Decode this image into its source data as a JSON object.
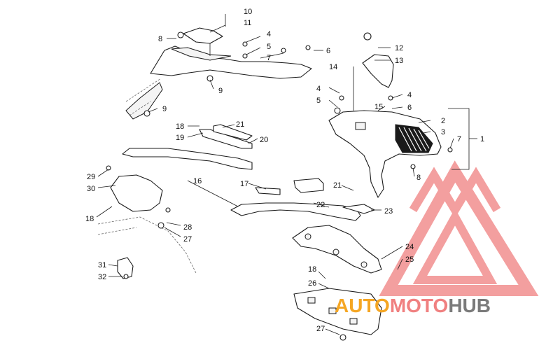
{
  "diagram": {
    "callouts": [
      "1",
      "2",
      "3",
      "4",
      "5",
      "6",
      "7",
      "8",
      "9",
      "10",
      "11",
      "12",
      "13",
      "14",
      "15",
      "16",
      "17",
      "18",
      "19",
      "20",
      "21",
      "22",
      "23",
      "24",
      "25",
      "26",
      "27",
      "28",
      "29",
      "30",
      "31",
      "32"
    ]
  },
  "watermark": {
    "brand_part1": "AUTO",
    "brand_part2": "MOTO",
    "brand_part3": "HUB",
    "colors": {
      "red": "#f08080",
      "orange": "#f5a623",
      "gray": "#7a7a7a"
    }
  }
}
